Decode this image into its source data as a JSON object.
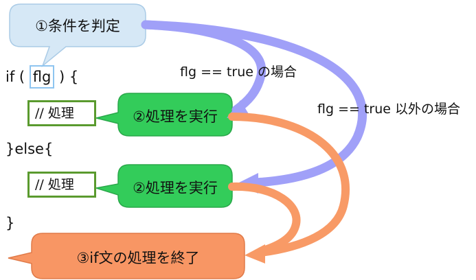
{
  "callouts": {
    "step1": "①条件を判定",
    "step2a": "②処理を実行",
    "step2b": "②処理を実行",
    "step3": "③if文の処理を終了"
  },
  "code": {
    "if_open": "if (",
    "flg": "flg",
    "if_close": ") {",
    "process1": "// 処理",
    "else": "}else{",
    "process2": "// 処理",
    "close": "}"
  },
  "path_labels": {
    "true_case": "flg == true の場合",
    "other_case": "flg == true 以外の場合"
  },
  "colors": {
    "step1_fill": "#d6e8f6",
    "step2_fill": "#33cc5a",
    "step3_fill": "#f89664",
    "arrow_blue": "#a0a0f8",
    "arrow_orange": "#f89a66",
    "process_border": "#5a9a2e"
  }
}
